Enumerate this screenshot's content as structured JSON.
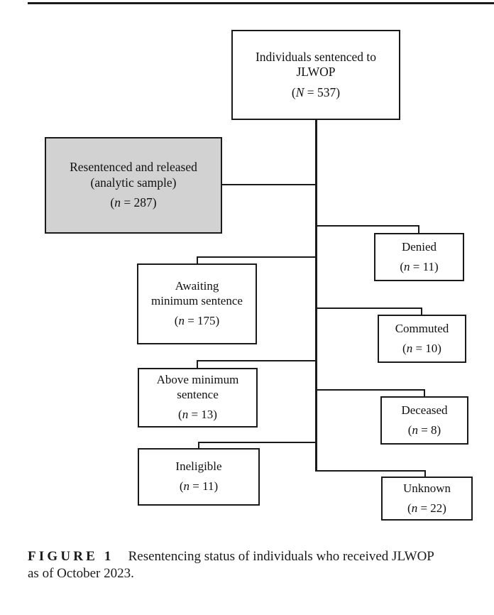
{
  "colors": {
    "box_border": "#1a1a1a",
    "analytic_fill": "#d2d2d2",
    "connector_line": "#1a1a1a",
    "text": "#111111",
    "background": "#ffffff"
  },
  "chart": {
    "type": "flowchart",
    "root": {
      "line1": "Individuals sentenced to",
      "line2": "JLWOP",
      "open": "(",
      "var": "N",
      "rest": " = 537)"
    },
    "analytic": {
      "line1": "Resentenced and released",
      "line2": "(analytic sample)",
      "open": "(",
      "var": "n",
      "rest": " = 287)"
    },
    "denied": {
      "line1": "Denied",
      "open": "(",
      "var": "n",
      "rest": " = 11)"
    },
    "awaiting": {
      "line1": "Awaiting",
      "line2": "minimum sentence",
      "open": "(",
      "var": "n",
      "rest": " = 175)"
    },
    "commuted": {
      "line1": "Commuted",
      "open": "(",
      "var": "n",
      "rest": " = 10)"
    },
    "above": {
      "line1": "Above minimum",
      "line2": "sentence",
      "open": "(",
      "var": "n",
      "rest": " = 13)"
    },
    "deceased": {
      "line1": "Deceased",
      "open": "(",
      "var": "n",
      "rest": " = 8)"
    },
    "ineligible": {
      "line1": "Ineligible",
      "open": "(",
      "var": "n",
      "rest": " = 11)"
    },
    "unknown": {
      "line1": "Unknown",
      "open": "(",
      "var": "n",
      "rest": " = 22)"
    }
  },
  "caption": {
    "label": "FIGURE 1",
    "line1": "Resentencing status of individuals who received JLWOP",
    "line2": "as of October 2023."
  }
}
